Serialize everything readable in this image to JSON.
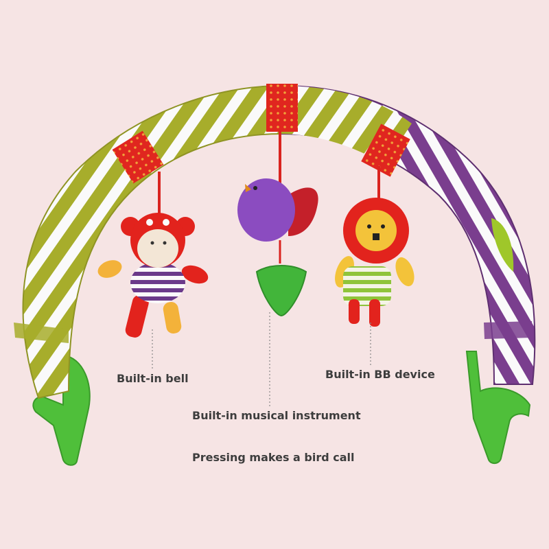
{
  "captions": {
    "bell": "Built-in bell",
    "bb_device": "Built-in BB device",
    "musical_instrument": "Built-in musical instrument",
    "bird_call": "Pressing makes a bird call"
  },
  "colors": {
    "background": "#f6e4e4",
    "olive_stripe": "#a7ad2b",
    "purple_stripe": "#7a3e8e",
    "stripe_white": "#fafafa",
    "red_dots": "#e0261f",
    "clip_green": "#4fbf3a",
    "caption_text": "#3d3d3d"
  }
}
